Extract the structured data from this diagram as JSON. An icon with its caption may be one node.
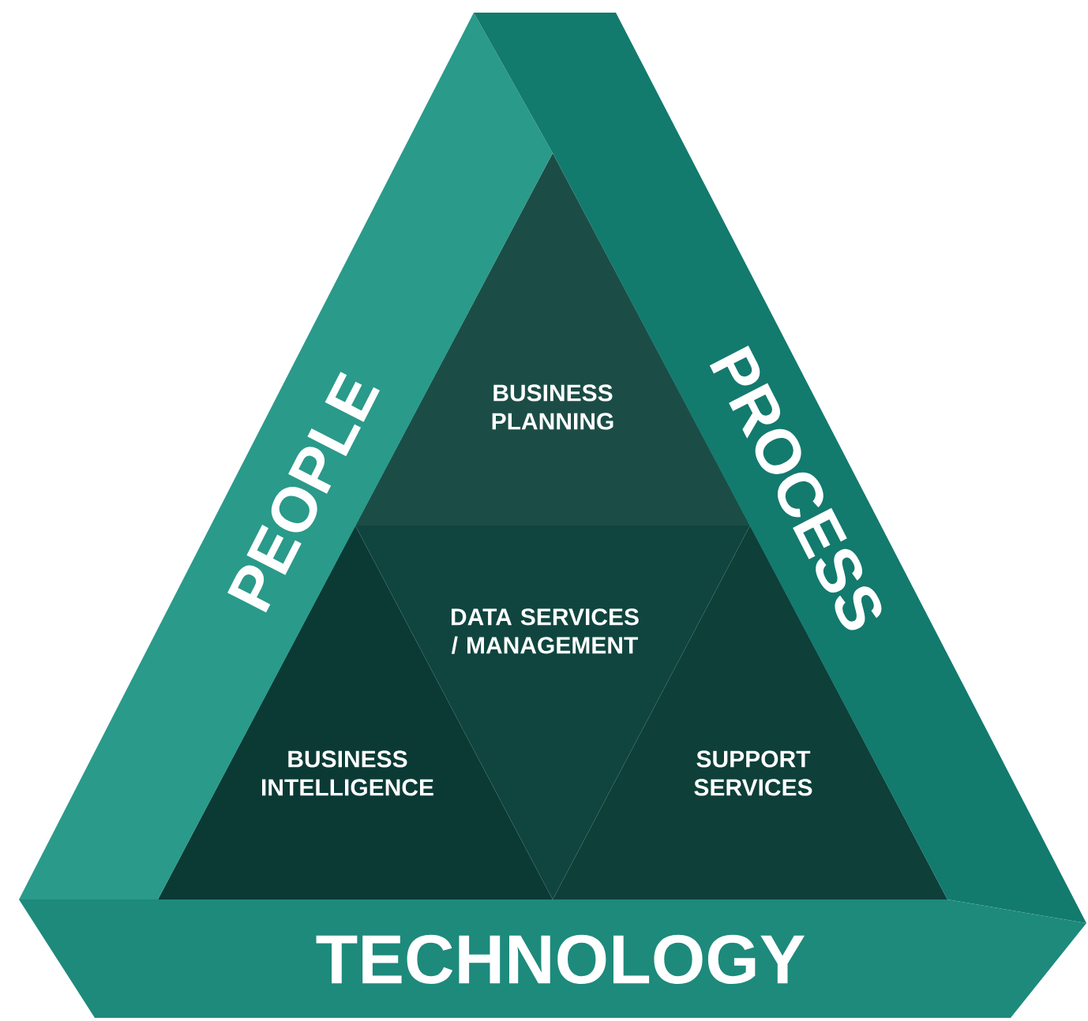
{
  "diagram": {
    "nodes": [
      {
        "text": [
          "PEOPLE"
        ]
      },
      {
        "text": [
          "PROCESS"
        ]
      },
      {
        "text": [
          "TECHNOLOGY"
        ]
      },
      {
        "text": [
          "BUSINESS PLANNING"
        ]
      },
      {
        "text": [
          "DATA SERVICES / MANAGEMENT"
        ]
      },
      {
        "text": [
          "BUSINESS INTELLIGENCE"
        ]
      },
      {
        "text": [
          "SUPPORT SERVICES"
        ]
      }
    ]
  }
}
